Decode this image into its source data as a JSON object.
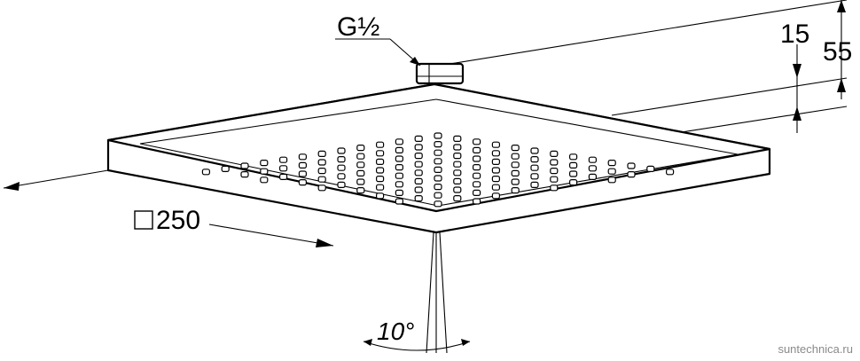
{
  "labels": {
    "thread": "G½",
    "size": "250",
    "height_small": "15",
    "height_total": "55",
    "angle": "10°"
  },
  "watermark": "suntechnica.ru",
  "colors": {
    "line": "#000000",
    "background": "#ffffff",
    "watermark": "#8a8a8a"
  },
  "icons": {
    "square_symbol": "square-dimension-icon"
  }
}
